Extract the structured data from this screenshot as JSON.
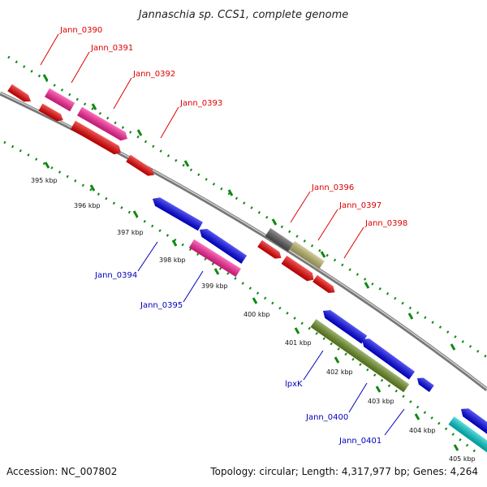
{
  "title": "Jannaschia sp. CCS1, complete genome",
  "accession_label": "Accession: NC_007802",
  "topology_label": "Topology: circular; Length: 4,317,977 bp; Genes: 4,264",
  "colors": {
    "forward_label": "#dd0000",
    "reverse_label": "#0000bb",
    "backbone": "#8a8a8a",
    "tick": "#118811"
  },
  "kbp_ticks": [
    "395 kbp",
    "396 kbp",
    "397 kbp",
    "398 kbp",
    "399 kbp",
    "400 kbp",
    "401 kbp",
    "402 kbp",
    "403 kbp",
    "404 kbp",
    "405 kbp"
  ],
  "forward_gene_labels": [
    "Jann_0390",
    "Jann_0391",
    "Jann_0392",
    "Jann_0393",
    "Jann_0396",
    "Jann_0397",
    "Jann_0398"
  ],
  "reverse_gene_labels": [
    "Jann_0394",
    "Jann_0395",
    "lpxK",
    "Jann_0400",
    "Jann_0401"
  ]
}
